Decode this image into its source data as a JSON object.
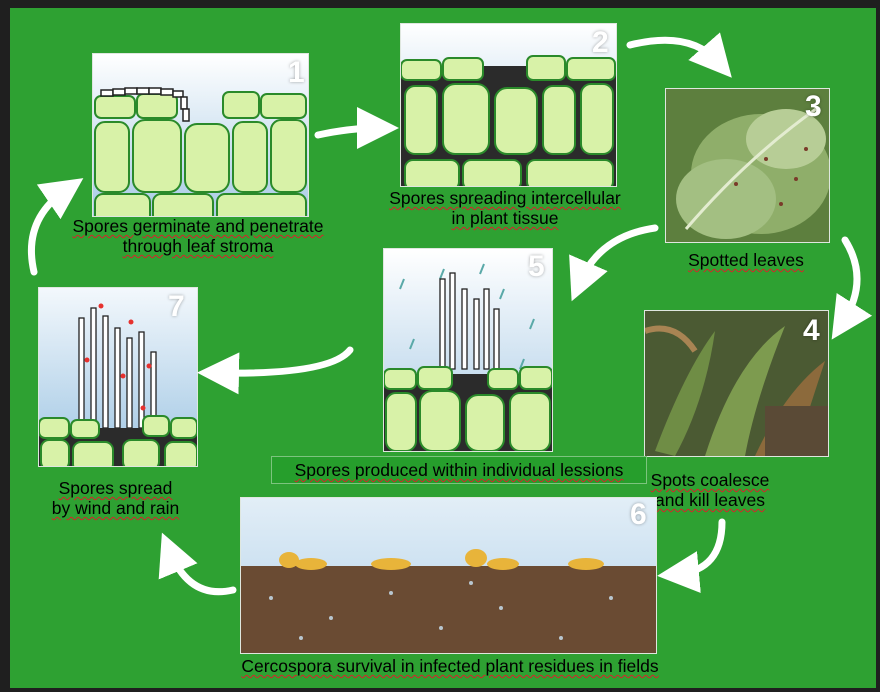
{
  "steps": [
    {
      "number": "1",
      "caption_lines": [
        "Spores germinate and penetrate",
        "through leaf stroma"
      ]
    },
    {
      "number": "2",
      "caption_lines": [
        "Spores spreading intercellular",
        "in plant tissue"
      ]
    },
    {
      "number": "3",
      "caption_lines": [
        "Spotted leaves"
      ]
    },
    {
      "number": "4",
      "caption_lines": [
        "Spots coalesce",
        "and kill leaves"
      ]
    },
    {
      "number": "5",
      "caption_lines": [
        "Spores produced within individual lessions"
      ]
    },
    {
      "number": "6",
      "caption_lines": [
        "Cercospora survival in infected plant residues in fields"
      ]
    },
    {
      "number": "7",
      "caption_lines": [
        "Spores spread",
        "by wind and rain"
      ]
    }
  ],
  "colors": {
    "background": "#2ea132",
    "arrow": "#ffffff",
    "cell_fill": "#d8f2a8",
    "cell_stroke": "#2a8a2a",
    "spore_dots": "#e6312e"
  }
}
